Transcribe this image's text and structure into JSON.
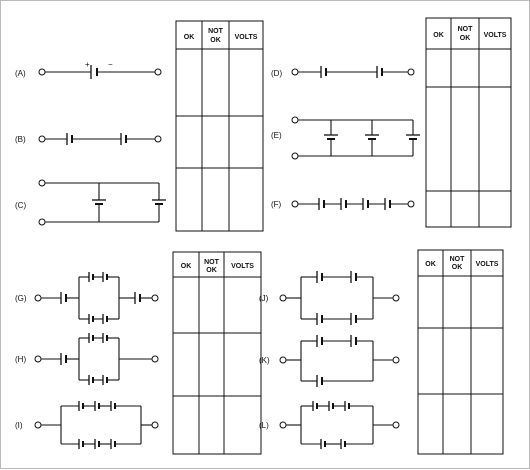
{
  "table_headers": {
    "ok": "OK",
    "not_ok_line1": "NOT",
    "not_ok_line2": "OK",
    "volts": "VOLTS"
  },
  "circuits": {
    "A": {
      "label": "(A)",
      "plus": "+",
      "minus": "−"
    },
    "B": {
      "label": "(B)"
    },
    "C": {
      "label": "(C)"
    },
    "D": {
      "label": "(D)"
    },
    "E": {
      "label": "(E)"
    },
    "F": {
      "label": "(F)"
    },
    "G": {
      "label": "(G)"
    },
    "H": {
      "label": "(H)"
    },
    "I": {
      "label": "(I)"
    },
    "J": {
      "label": "(J)"
    },
    "K": {
      "label": "(K)"
    },
    "L": {
      "label": "(L)"
    }
  }
}
